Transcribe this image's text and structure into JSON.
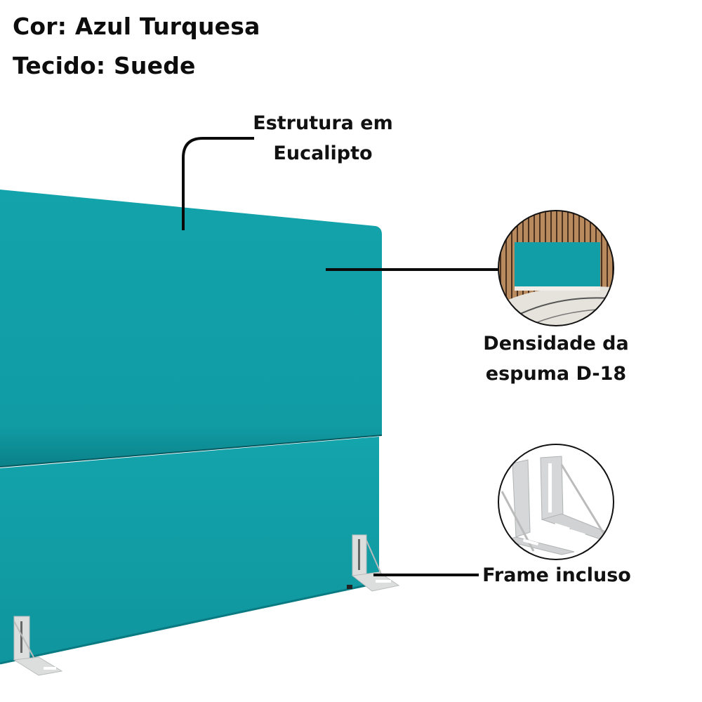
{
  "header": {
    "color_line": "Cor: Azul Turquesa",
    "fabric_line": "Tecido: Suede"
  },
  "callouts": {
    "structure": {
      "line1": "Estrutura em",
      "line2": "Eucalipto"
    },
    "foam": {
      "line1": "Densidade da",
      "line2": "espuma D-18"
    },
    "frame": {
      "label": "Frame incluso"
    }
  },
  "product": {
    "name": "headboard",
    "color_hex": "#12a0a8",
    "shade_hex": "#0c8a92",
    "bracket_hex": "#d8dadb"
  }
}
